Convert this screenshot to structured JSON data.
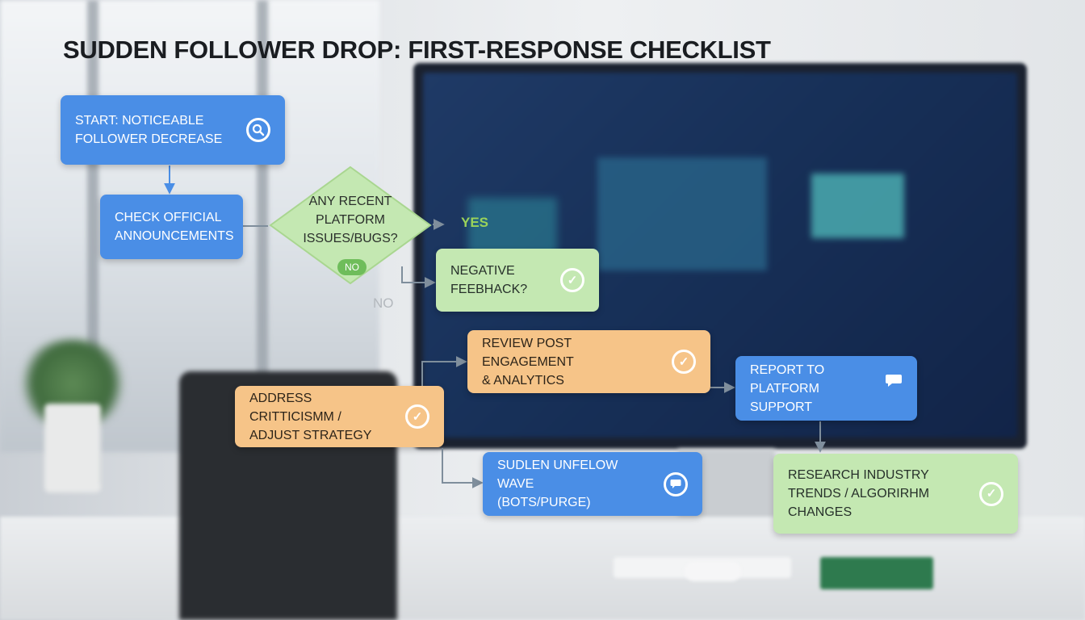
{
  "title": "SUDDEN FOLLOWER DROP: FIRST-RESPONSE CHECKLIST",
  "colors": {
    "blue_node": "#4a8ee6",
    "green_node": "#c4e8b2",
    "orange_node": "#f6c488",
    "connector": "#7f8e9c"
  },
  "nodes": {
    "start": {
      "text": "START: NOTICEABLE\nFOLLOWER DECREASE",
      "icon": "search-icon"
    },
    "check_announcements": {
      "text": "CHECK OFFICIAL\nANNOUNCEMENTS"
    },
    "decision": {
      "text": "ANY RECENT\nPLATFORM\nISSUES/BUGS?",
      "yes_label": "YES",
      "no_label": "NO",
      "no_label_faded": "NO"
    },
    "negative_feedback": {
      "text": "NEGATIVE\nFEEBHACK?",
      "icon": "check-circle-icon"
    },
    "review_engagement": {
      "text": "REVIEW POST ENGAGEMENT\n& ANALYTICS",
      "icon": "check-circle-icon"
    },
    "address_criticism": {
      "text": "ADDRESS CRITTICISMM /\nADJUST STRATEGY",
      "icon": "check-circle-icon"
    },
    "report_support": {
      "text": "REPORT TO\nPLATFORM SUPPORT",
      "icon": "chat-bubble-icon"
    },
    "unfollow_wave": {
      "text": "SUDLEN UNFELOW WAVE\n(BOTS/PURGE)",
      "icon": "chat-bubble-icon"
    },
    "research_trends": {
      "text": "RESEARCH INDUSTRY\nTRENDS / ALGORIRHM\nCHANGES",
      "icon": "check-circle-icon"
    }
  }
}
